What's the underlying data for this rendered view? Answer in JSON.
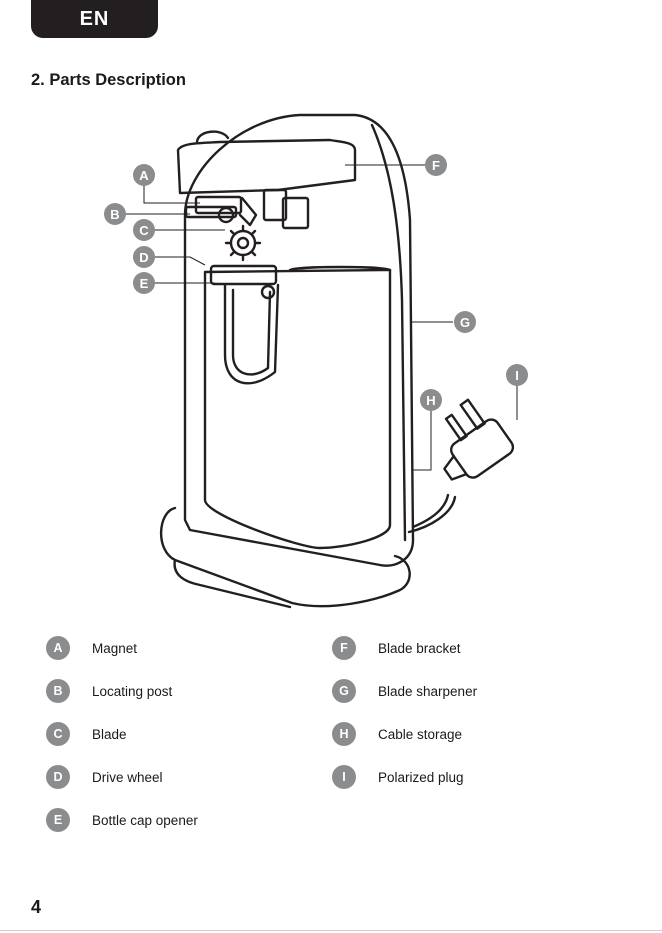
{
  "header": {
    "language": "EN"
  },
  "section": {
    "title": "2. Parts Description"
  },
  "callouts": [
    "A",
    "B",
    "C",
    "D",
    "E",
    "F",
    "G",
    "H",
    "I"
  ],
  "parts": [
    {
      "letter": "A",
      "label": "Magnet"
    },
    {
      "letter": "B",
      "label": "Locating post"
    },
    {
      "letter": "C",
      "label": "Blade"
    },
    {
      "letter": "D",
      "label": "Drive wheel"
    },
    {
      "letter": "E",
      "label": "Bottle cap opener"
    },
    {
      "letter": "F",
      "label": "Blade bracket"
    },
    {
      "letter": "G",
      "label": "Blade sharpener"
    },
    {
      "letter": "H",
      "label": "Cable storage"
    },
    {
      "letter": "I",
      "label": "Polarized plug"
    }
  ],
  "footer": {
    "page_number": "4"
  },
  "colors": {
    "tab": "#231f20",
    "callout": "#8a8c8e",
    "line": "#231f20"
  }
}
